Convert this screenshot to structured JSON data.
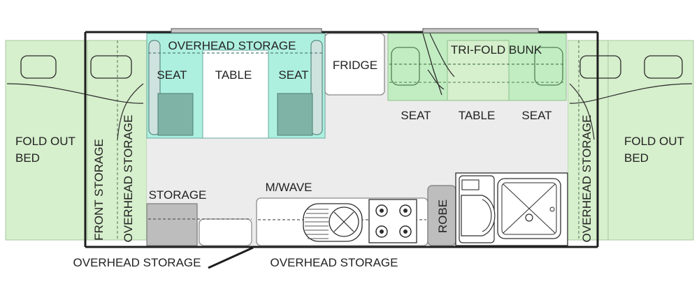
{
  "colors": {
    "bed": "#d6efcc",
    "dinette": "#aef0e0",
    "floor": "#ececec",
    "grey_cabinet": "#bdbdbd",
    "wall": "#1e1e1e"
  },
  "labels": {
    "front_overhead_storage": "OVERHEAD STORAGE",
    "seat_left_1": "SEAT",
    "table_left": "TABLE",
    "seat_left_2": "SEAT",
    "fridge": "FRIDGE",
    "tri_fold_bunk": "TRI-FOLD BUNK",
    "seat_right_1": "SEAT",
    "table_right": "TABLE",
    "seat_right_2": "SEAT",
    "fold_out_bed_left": "FOLD OUT\nBED",
    "fold_out_bed_right": "FOLD OUT\nBED",
    "front_storage_vertical": "FRONT STORAGE",
    "overhead_storage_vertical_left": "OVERHEAD STORAGE",
    "overhead_storage_vertical_right": "OVERHEAD STORAGE",
    "storage": "STORAGE",
    "microwave": "M/WAVE",
    "robe": "ROBE",
    "bottom_overhead_storage_left": "OVERHEAD STORAGE",
    "bottom_overhead_storage_right": "OVERHEAD STORAGE"
  },
  "icons": [
    "sink-icon",
    "cooktop-icon",
    "toilet-icon",
    "shower-icon",
    "pillow-icon",
    "door-icon"
  ]
}
